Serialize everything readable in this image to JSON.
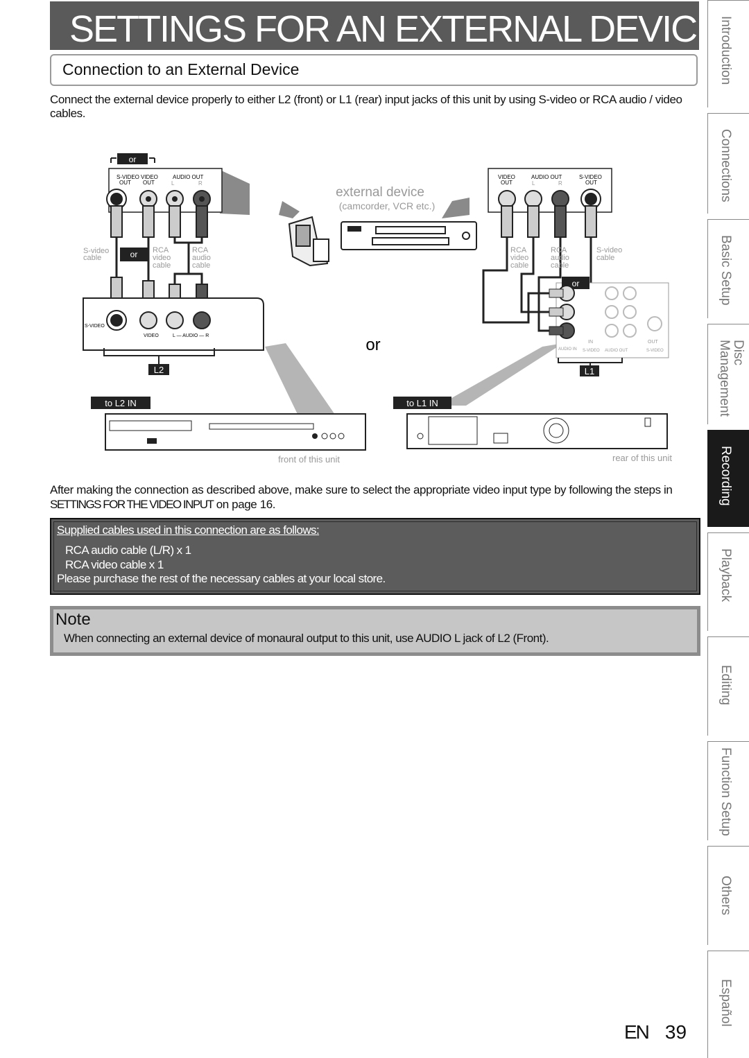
{
  "page": {
    "title": "SETTINGS FOR AN EXTERNAL DEVICE",
    "section_title": "Connection to an External Device",
    "intro": "Connect the external device properly to either L2 (front) or L1 (rear) input jacks of this unit by using S-video or RCA audio / video cables.",
    "after_text_1": "After making the connection as described above, make sure to select the appropriate video input type by following the steps in ",
    "after_ref": "SETTINGS FOR THE VIDEO INPUT",
    "after_text_2": " on page 16."
  },
  "diagram": {
    "or": "or",
    "or_big": "or",
    "external_device": "external device",
    "external_device_sub": "(camcorder, VCR etc.)",
    "left_out_labels": {
      "svideo": "S-VIDEO",
      "video": "VIDEO",
      "out": "OUT",
      "audio_out": "AUDIO OUT",
      "l": "L",
      "r": "R"
    },
    "right_out_labels": {
      "video": "VIDEO",
      "out": "OUT",
      "audio_out": "AUDIO OUT",
      "svideo": "S-VIDEO",
      "l": "L",
      "r": "R"
    },
    "cables": {
      "svideo_cable": [
        "S-video",
        "cable"
      ],
      "rca_video_cable": [
        "RCA",
        "video",
        "cable"
      ],
      "rca_audio_cable": [
        "RCA",
        "audio",
        "cable"
      ]
    },
    "front_panel": {
      "svideo": "S-VIDEO",
      "video": "VIDEO",
      "audio": "L — AUDIO — R"
    },
    "rear_panel": {
      "in": "IN",
      "out": "OUT",
      "audio_in": "AUDIO IN",
      "svideo": "S-VIDEO",
      "audio_out": "AUDIO OUT"
    },
    "badge_l2": "L2",
    "badge_l1": "L1",
    "to_l2_in": "to L2 IN",
    "to_l1_in": "to L1 IN",
    "front_of_unit": "front of this unit",
    "rear_of_unit": "rear of this unit"
  },
  "cables_box": {
    "heading": "Supplied cables used in this connection are as follows:",
    "items": [
      "RCA audio cable (L/R) x 1",
      "RCA video cable x 1"
    ],
    "footer": "Please purchase the rest of the necessary cables at your local store."
  },
  "note": {
    "label": "Note",
    "text": "When connecting an external device of monaural output to this unit, use AUDIO L jack of L2 (Front)."
  },
  "sidebar": {
    "tabs": [
      {
        "label": "Introduction",
        "active": false
      },
      {
        "label": "Connections",
        "active": false
      },
      {
        "label": "Basic Setup",
        "active": false
      },
      {
        "label": "Disc Management",
        "active": false
      },
      {
        "label": "Recording",
        "active": true
      },
      {
        "label": "Playback",
        "active": false
      },
      {
        "label": "Editing",
        "active": false
      },
      {
        "label": "Function Setup",
        "active": false
      },
      {
        "label": "Others",
        "active": false
      },
      {
        "label": "Español",
        "active": false
      }
    ]
  },
  "footer": {
    "lang": "EN",
    "page_number": "39"
  }
}
